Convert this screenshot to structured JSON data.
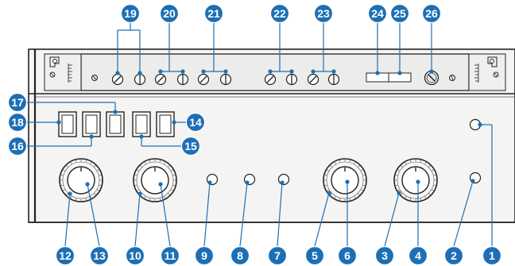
{
  "callout_color": "#1d6fb5",
  "callouts": {
    "c1": "1",
    "c2": "2",
    "c3": "3",
    "c4": "4",
    "c5": "5",
    "c6": "6",
    "c7": "7",
    "c8": "8",
    "c9": "9",
    "c10": "10",
    "c11": "11",
    "c12": "12",
    "c13": "13",
    "c14": "14",
    "c15": "15",
    "c16": "16",
    "c17": "17",
    "c18": "18",
    "c19": "19",
    "c20": "20",
    "c21": "21",
    "c22": "22",
    "c23": "23",
    "c24": "24",
    "c25": "25",
    "c26": "26"
  }
}
